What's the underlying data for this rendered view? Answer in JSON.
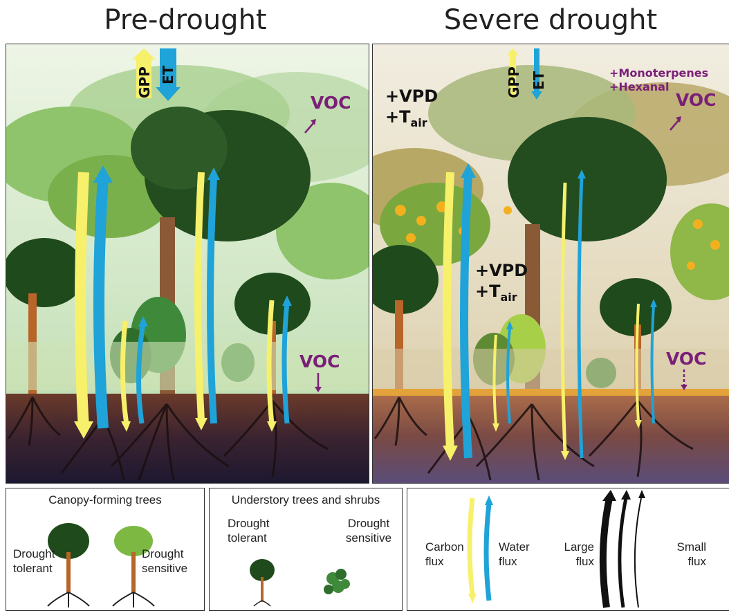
{
  "titles": {
    "left": "Pre-drought",
    "right": "Severe drought"
  },
  "pre": {
    "gpp": "GPP",
    "et": "ET",
    "voc_top": "VOC",
    "voc_bottom": "VOC"
  },
  "severe": {
    "gpp": "GPP",
    "et": "ET",
    "vpd_top": "+VPD",
    "tair_top": "+T",
    "tair_sub_top": "air",
    "vpd_mid": "+VPD",
    "tair_mid": "+T",
    "tair_sub_mid": "air",
    "monoterpenes": "+Monoterpenes",
    "hexanal": "+Hexanal",
    "voc_top": "VOC",
    "voc_bottom": "VOC"
  },
  "legend_canopy": {
    "title": "Canopy-forming trees",
    "tolerant": "Drought tolerant",
    "sensitive": "Drought sensitive"
  },
  "legend_understory": {
    "title": "Understory trees and shrubs",
    "tolerant": "Drought tolerant",
    "sensitive": "Drought sensitive"
  },
  "legend_flux": {
    "carbon": "Carbon flux",
    "water": "Water flux",
    "large": "Large flux",
    "small": "Small flux"
  },
  "colors": {
    "carbon": "#f7f06b",
    "water": "#1fa3d8",
    "voc": "#7a1f78",
    "dark_tree": "#1f4a1c",
    "light_tree": "#7cb842",
    "trunk": "#b8652a"
  }
}
